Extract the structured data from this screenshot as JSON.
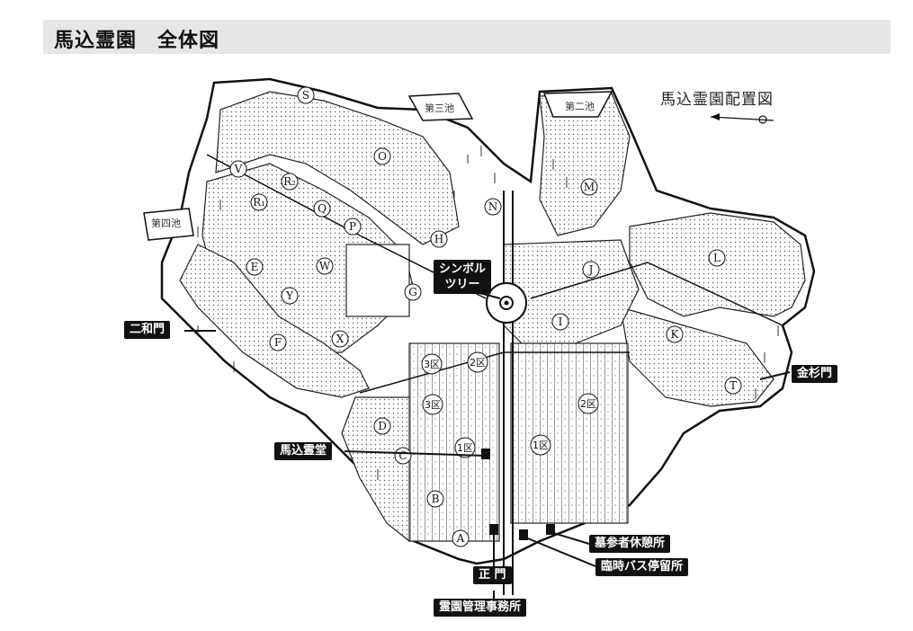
{
  "page": {
    "title": "馬込霊園　全体図"
  },
  "map": {
    "header": "馬込霊園配置図",
    "ponds": {
      "second": "第二池",
      "third": "第三池",
      "fourth": "第四池"
    },
    "labels": {
      "nikamon": "二和門",
      "kanasugimon": "金杉門",
      "magomereido": "馬込霊堂",
      "shimboru_line1": "シンボル",
      "shimboru_line2": "ツリー",
      "haka_kyukei": "墓参者休憩所",
      "rinji_bus": "臨時バス停留所",
      "seimon": "正 門",
      "kanri": "霊園管理事務所"
    },
    "sections": [
      "S",
      "V",
      "R₂",
      "R₁",
      "Q",
      "P",
      "O",
      "N",
      "M",
      "L",
      "K",
      "J",
      "I",
      "H",
      "G",
      "W",
      "X",
      "Y",
      "E",
      "F",
      "D",
      "C",
      "B",
      "A",
      "T"
    ],
    "numbered_blocks": [
      "1区",
      "1区",
      "2区",
      "2区",
      "3区",
      "3区"
    ]
  }
}
